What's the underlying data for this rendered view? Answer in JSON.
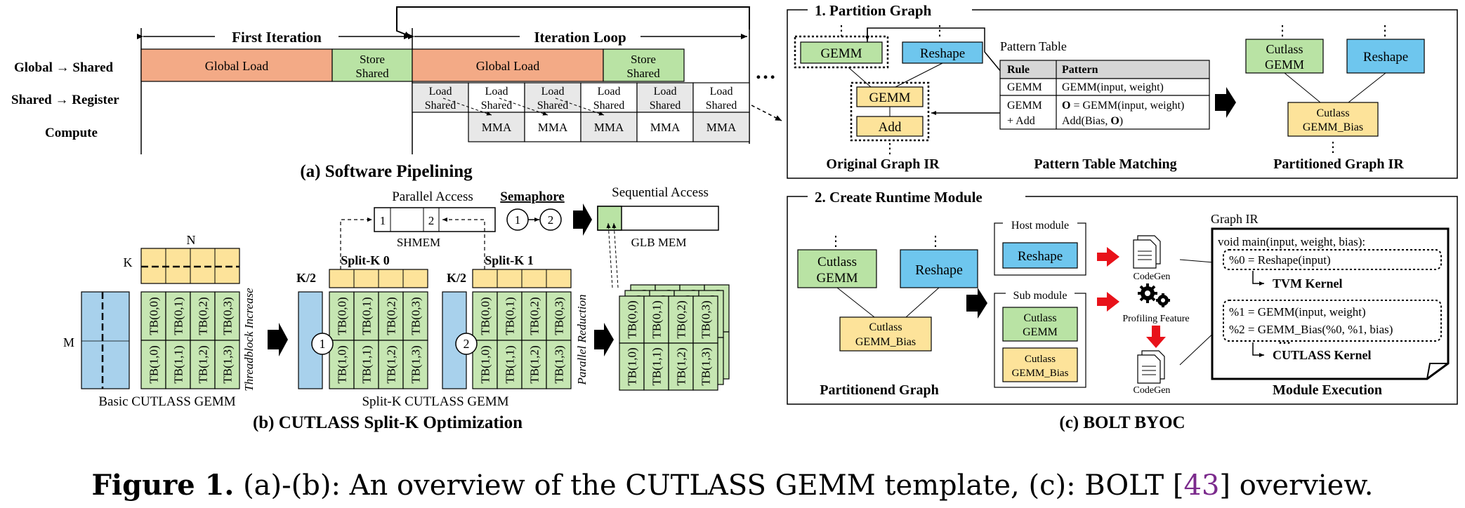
{
  "colors": {
    "orange": "#f3aa86",
    "green": "#b9e3a4",
    "tbgreen": "#c6e6b2",
    "yellow": "#fde39a",
    "blue": "#a8d1ec",
    "cyan": "#6ec6ee",
    "gray": "#e8e8e8",
    "red": "#e8121a",
    "ref": "#7b2a8c"
  },
  "a": {
    "row_global_shared": "Global → Shared",
    "row_shared_register": "Shared → Register",
    "row_compute": "Compute",
    "first_iteration": "First  Iteration",
    "iteration_loop": "Iteration Loop",
    "global_load": "Global Load",
    "store": "Store",
    "shared": "Shared",
    "load": "Load",
    "mma": "MMA",
    "ellipsis": "…",
    "title": "(a) Software Pipelining"
  },
  "b": {
    "n": "N",
    "k": "K",
    "m": "M",
    "k2": "K/2",
    "tb": {
      "r0": [
        "TB(0,0)",
        "TB(0,1)",
        "TB(0,2)",
        "TB(0,3)"
      ],
      "r1": [
        "TB(1,0)",
        "TB(1,1)",
        "TB(1,2)",
        "TB(1,3)"
      ]
    },
    "threadblock_increase": "Threadblock Increase",
    "parallel_reduction": "Parallel Reduction",
    "basic": "Basic CUTLASS GEMM",
    "splitk": "Split-K CUTLASS GEMM",
    "splitk0": "Split-K 0",
    "splitk1": "Split-K 1",
    "c1": "1",
    "c2": "2",
    "parallel_access": "Parallel Access",
    "semaphore": "Semaphore",
    "sequential_access": "Sequential Access",
    "shmem": "SHMEM",
    "glb_mem": "GLB MEM",
    "title": "(b) CUTLASS Split-K Optimization"
  },
  "c": {
    "partition_graph": "1. Partition Graph",
    "gemm": "GEMM",
    "reshape": "Reshape",
    "add": "Add",
    "original_graph_ir": "Original Graph IR",
    "pattern_table": "Pattern Table",
    "rule": "Rule",
    "pattern": "Pattern",
    "row1_rule": "GEMM",
    "row1_pattern": "GEMM(input, weight)",
    "row2_rule_a": "GEMM",
    "row2_rule_b": "+ Add",
    "row2_o": "O",
    "row2_pattern_a": " = GEMM(input, weight)",
    "row2_pattern_b": "Add(Bias, ",
    "row2_pattern_c": ")",
    "pattern_table_matching": "Pattern Table Matching",
    "cutlass": "Cutlass",
    "cutlass_gemm_bias": "GEMM_Bias",
    "partitioned_graph_ir": "Partitioned Graph IR",
    "create_runtime_module": "2. Create Runtime Module",
    "partitionend_graph": "Partitionend Graph",
    "host_module": "Host module",
    "sub_module": "Sub module",
    "codegen": "CodeGen",
    "profiling_feature": "Profiling Feature",
    "graph_ir": "Graph IR",
    "code_main": "void main(input, weight, bias):",
    "code_l0": "%0 = Reshape(input)",
    "tvm_kernel": "TVM Kernel",
    "code_l1": "%1 = GEMM(input, weight)",
    "code_l2": "%2 = GEMM_Bias(%0, %1, bias)",
    "cutlass_kernel": "CUTLASS Kernel",
    "module_execution": "Module Execution",
    "vdots": "⋮",
    "title": "(c) BOLT BYOC"
  },
  "caption": {
    "label": "Figure 1.",
    "text_a": " (a)-(b): An overview of the CUTLASS GEMM template, (c): BOLT [",
    "ref": "43",
    "text_b": "] overview."
  }
}
